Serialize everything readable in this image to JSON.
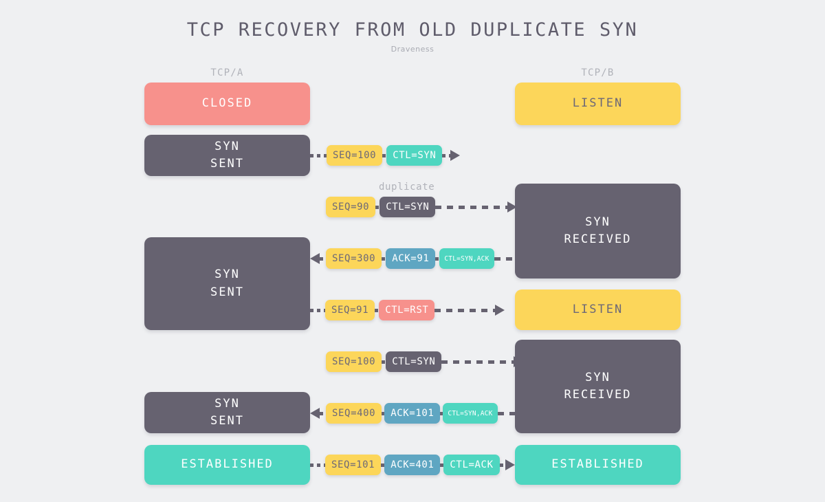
{
  "header": {
    "title": "TCP RECOVERY FROM OLD DUPLICATE SYN",
    "subtitle": "Draveness"
  },
  "columns": {
    "left_label": "TCP/A",
    "right_label": "TCP/B"
  },
  "annotations": {
    "duplicate": "duplicate"
  },
  "colors": {
    "background": "#eff0f2",
    "red": "#f7918c",
    "yellow": "#fcd65a",
    "gray": "#666270",
    "teal": "#4ed6c0",
    "blue": "#5fa6c2",
    "title_text": "#5f5c6b",
    "muted_text": "#b0b2b9"
  },
  "states": {
    "a_closed": {
      "line1": "CLOSED",
      "line2": ""
    },
    "a_syn_sent_1": {
      "line1": "SYN",
      "line2": "SENT"
    },
    "a_syn_sent_2": {
      "line1": "SYN",
      "line2": "SENT"
    },
    "a_syn_sent_3": {
      "line1": "SYN",
      "line2": "SENT"
    },
    "a_established": {
      "line1": "ESTABLISHED",
      "line2": ""
    },
    "b_listen_1": {
      "line1": "LISTEN",
      "line2": ""
    },
    "b_syn_received_1": {
      "line1": "SYN",
      "line2": "RECEIVED"
    },
    "b_listen_2": {
      "line1": "LISTEN",
      "line2": ""
    },
    "b_syn_received_2": {
      "line1": "SYN",
      "line2": "RECEIVED"
    },
    "b_established": {
      "line1": "ESTABLISHED",
      "line2": ""
    }
  },
  "messages": {
    "m1": {
      "seq": "SEQ=100",
      "ctl": "CTL=SYN",
      "direction": "right"
    },
    "m2": {
      "seq": "SEQ=90",
      "ctl": "CTL=SYN",
      "direction": "right"
    },
    "m3": {
      "seq": "SEQ=300",
      "ack": "ACK=91",
      "ctl": "CTL=SYN,ACK",
      "direction": "left"
    },
    "m4": {
      "seq": "SEQ=91",
      "ctl": "CTL=RST",
      "direction": "right"
    },
    "m5": {
      "seq": "SEQ=100",
      "ctl": "CTL=SYN",
      "direction": "right"
    },
    "m6": {
      "seq": "SEQ=400",
      "ack": "ACK=101",
      "ctl": "CTL=SYN,ACK",
      "direction": "left"
    },
    "m7": {
      "seq": "SEQ=101",
      "ack": "ACK=401",
      "ctl": "CTL=ACK",
      "direction": "right"
    }
  }
}
